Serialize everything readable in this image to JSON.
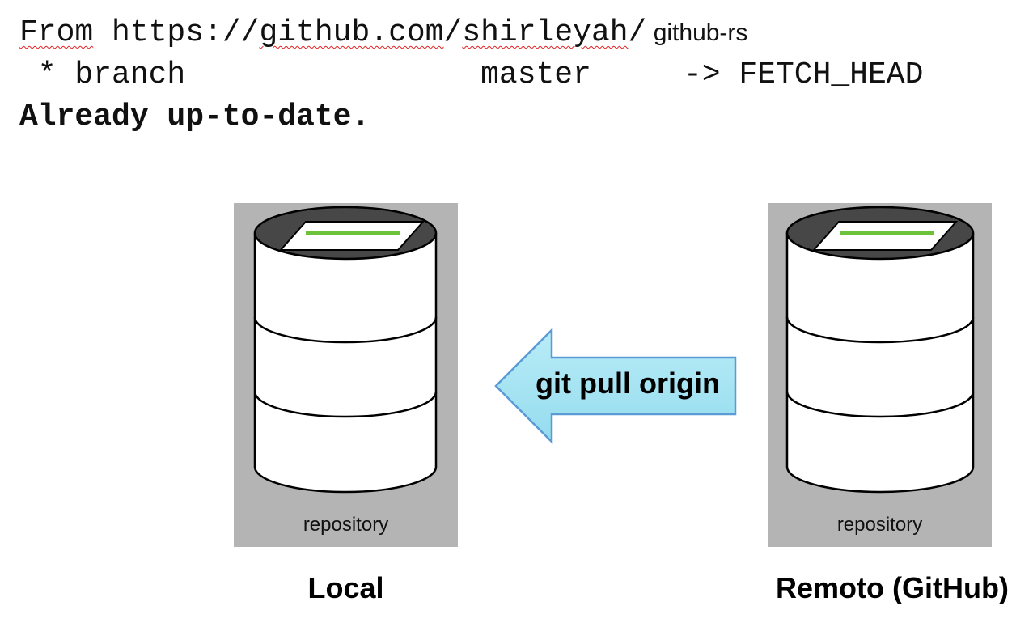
{
  "terminal": {
    "line1": {
      "from": "From",
      "proto": " https://",
      "host": "github.com",
      "sep": "/",
      "user": "shirleyah",
      "slash": "/",
      "repo": " github-rs"
    },
    "line2": {
      "star": " * branch",
      "ref": "master",
      "arrow": "-> FETCH_HEAD"
    },
    "line3": "Already up-to-date."
  },
  "diagram": {
    "local": {
      "panel_label": "repository",
      "caption": "Local"
    },
    "remote": {
      "panel_label": "repository",
      "caption": "Remoto (GitHub)"
    },
    "arrow_label": "git pull origin"
  },
  "colors": {
    "panel": "#b4b4b4",
    "arrow_fill": "#a3e3f2",
    "arrow_stroke": "#5b9bd5",
    "label_stripe": "#6cc23a",
    "spellcheck": "#e02020"
  }
}
